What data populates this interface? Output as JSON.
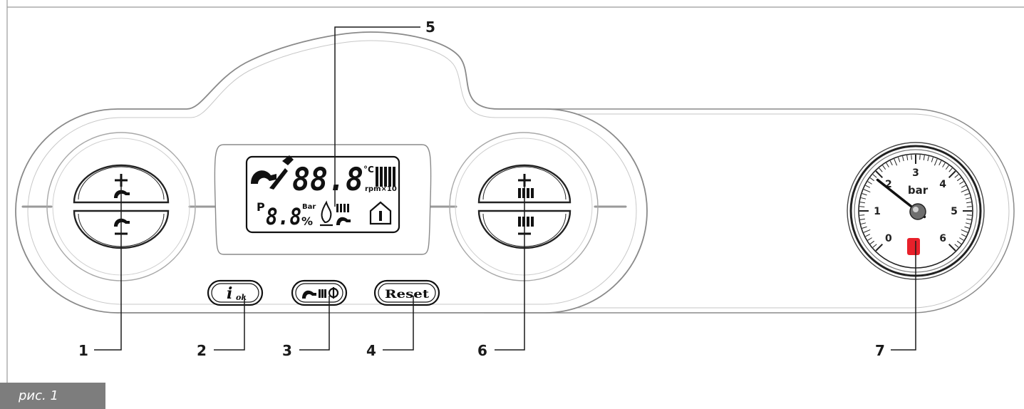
{
  "callouts": [
    "1",
    "2",
    "3",
    "4",
    "5",
    "6",
    "7"
  ],
  "figure_caption": "рис. 1",
  "display": {
    "temperature_digits": "88.8",
    "temperature_unit": "°C",
    "rpm_label": "rpm×10",
    "p_label": "P",
    "pressure_digits": "8.8",
    "bar_label": "Bar",
    "percent_label": "%"
  },
  "buttons": {
    "info_ok": {
      "i": "i",
      "ok": "ok"
    },
    "reset": "Reset"
  },
  "gauge": {
    "unit": "bar",
    "scale": [
      "0",
      "1",
      "2",
      "3",
      "4",
      "5",
      "6"
    ],
    "reading_bar": 1.85,
    "range": [
      0,
      6
    ],
    "indicator_color": "#e8202a"
  },
  "colors": {
    "outline": "#8a8a8a",
    "line": "#1a1a1a",
    "caption_bg": "#7d7d7d"
  }
}
